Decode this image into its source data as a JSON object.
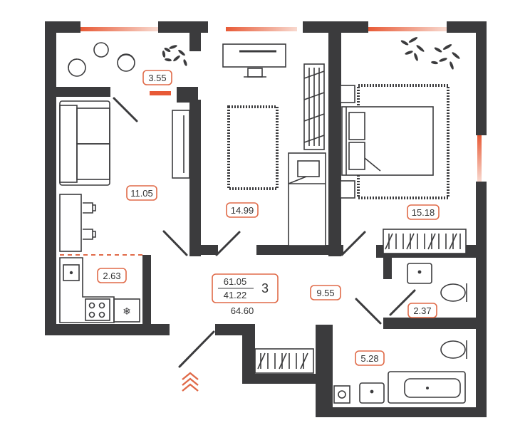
{
  "rooms": {
    "balcony_area": "3.55",
    "living_area": "11.05",
    "bedroom1_area": "14.99",
    "bedroom2_area": "15.18",
    "kitchen_area": "2.63",
    "hall_area": "9.55",
    "wc_area": "2.37",
    "bath_area": "5.28"
  },
  "summary": {
    "total_area": "61.05",
    "living_area": "41.22",
    "room_count": "3",
    "area_with_balcony": "64.60"
  },
  "colors": {
    "wall": "#3b3b3d",
    "accent": "#e06a48"
  },
  "icons": [
    "snowflake-icon",
    "entrance-chevron-icon"
  ]
}
